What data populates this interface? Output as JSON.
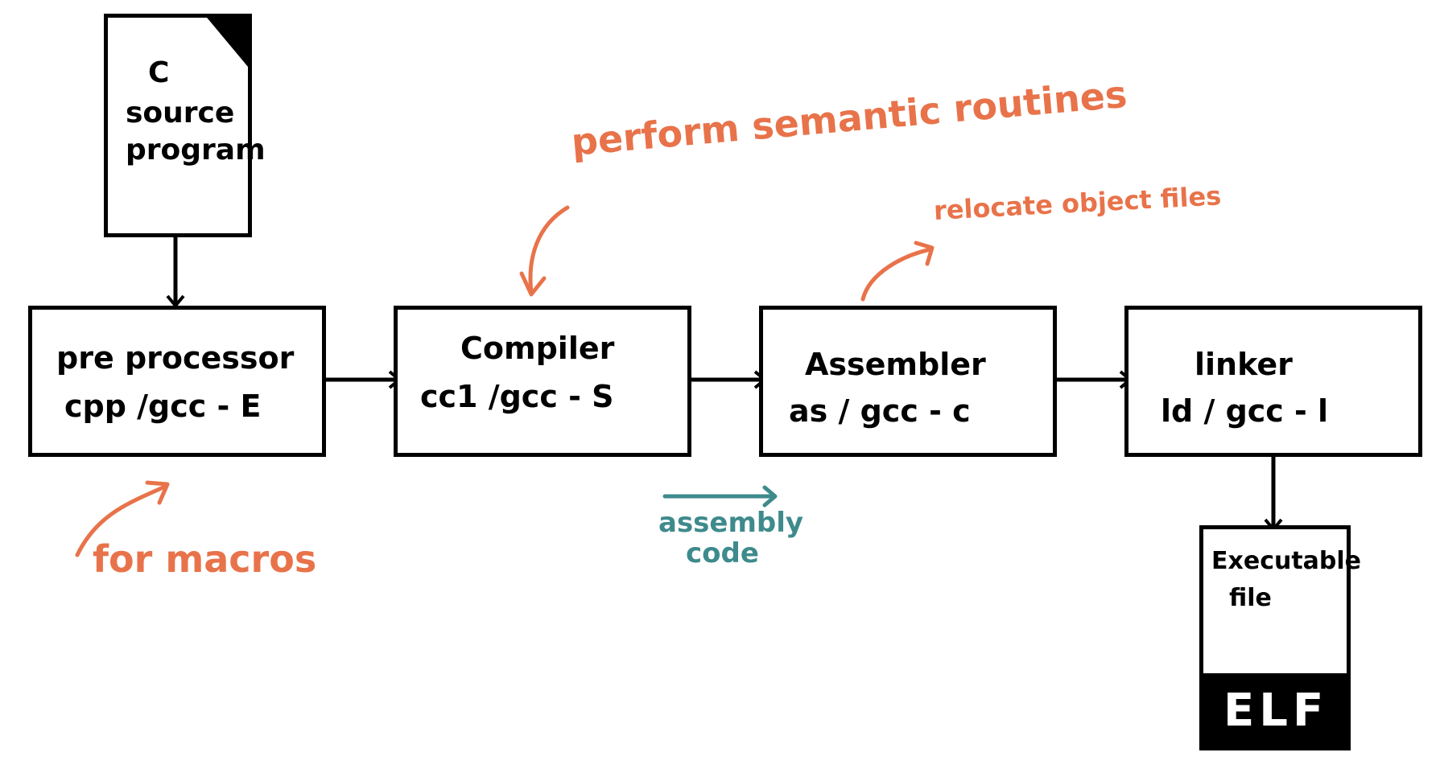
{
  "source": {
    "line1": "C",
    "line2": "source",
    "line3": "program"
  },
  "stages": [
    {
      "name": "pre processor",
      "command": "cpp /gcc - E"
    },
    {
      "name": "Compiler",
      "command": "cc1 /gcc - S"
    },
    {
      "name": "Assembler",
      "command": "as / gcc - c"
    },
    {
      "name": "linker",
      "command": "ld / gcc - l"
    }
  ],
  "output": {
    "line1": "Executable",
    "line2": "file",
    "format": "ELF"
  },
  "notes": {
    "macros": "for macros",
    "semantic": "perform semantic routines",
    "relocate": "relocate object files",
    "assembly_line1": "assembly",
    "assembly_line2": "code"
  },
  "colors": {
    "ink": "#000000",
    "annotation": "#E8734A",
    "teal": "#3E8A8C"
  }
}
